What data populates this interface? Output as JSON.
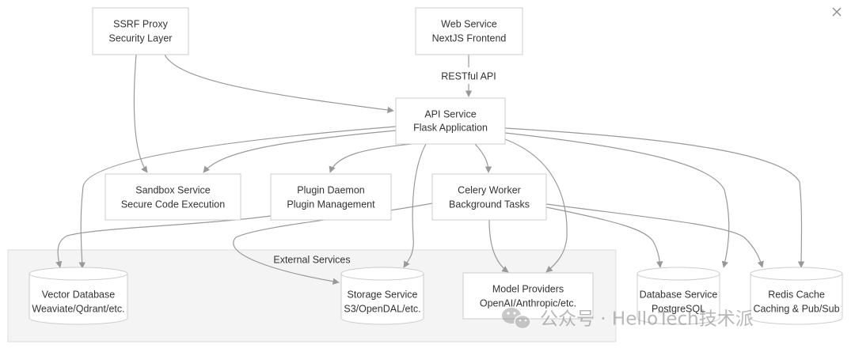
{
  "close_icon": "close-icon",
  "cluster": {
    "title": "External Services"
  },
  "nodes": {
    "ssrf": {
      "line1": "SSRF Proxy",
      "line2": "Security Layer"
    },
    "web": {
      "line1": "Web Service",
      "line2": "NextJS Frontend"
    },
    "api": {
      "line1": "API Service",
      "line2": "Flask Application"
    },
    "sandbox": {
      "line1": "Sandbox Service",
      "line2": "Secure Code Execution"
    },
    "plugin": {
      "line1": "Plugin Daemon",
      "line2": "Plugin Management"
    },
    "celery": {
      "line1": "Celery Worker",
      "line2": "Background Tasks"
    },
    "vector": {
      "line1": "Vector Database",
      "line2": "Weaviate/Qdrant/etc."
    },
    "storage": {
      "line1": "Storage Service",
      "line2": "S3/OpenDAL/etc."
    },
    "model": {
      "line1": "Model Providers",
      "line2": "OpenAI/Anthropic/etc."
    },
    "database": {
      "line1": "Database Service",
      "line2": "PostgreSQL"
    },
    "redis": {
      "line1": "Redis Cache",
      "line2": "Caching & Pub/Sub"
    }
  },
  "edge_labels": {
    "web_to_api": "RESTful API"
  },
  "watermark": {
    "text": "公众号 · HelloTech技术派"
  },
  "colors": {
    "node_fill": "#ffffff",
    "node_stroke": "#cccccc",
    "cluster_fill": "#f4f4f4",
    "cluster_stroke": "#dddddd",
    "edge": "#999999",
    "text": "#333333"
  }
}
